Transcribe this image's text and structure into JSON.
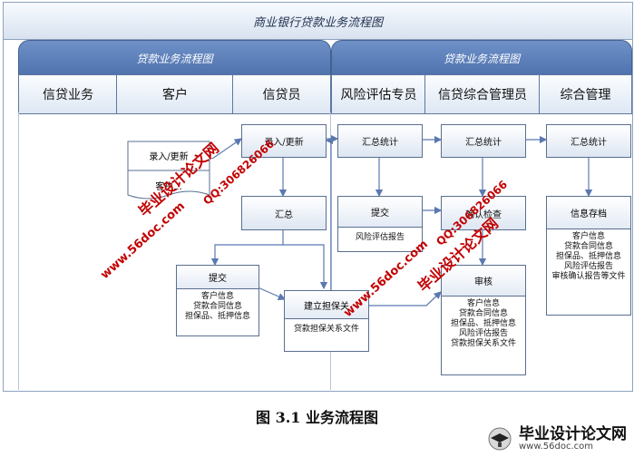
{
  "diagram": {
    "title": "商业银行贷款业务流程图",
    "groups": [
      {
        "label": "贷款业务流程图"
      },
      {
        "label": "贷款业务流程图"
      }
    ],
    "lanes": [
      {
        "label": "信贷业务"
      },
      {
        "label": "客户"
      },
      {
        "label": "信贷员"
      },
      {
        "label": "风险评估专员"
      },
      {
        "label": "信贷综合管理员"
      },
      {
        "label": "综合管理"
      }
    ],
    "nodes": {
      "customer_doc": {
        "head": "录入/更新",
        "body": "客户..."
      },
      "input_update": {
        "label": "录入/更新"
      },
      "summary_left": {
        "label": "汇总"
      },
      "submit_left": {
        "head": "提交",
        "body": [
          "客户信息",
          "贷款合同信息",
          "担保品、抵押信息"
        ]
      },
      "guarantee": {
        "head": "建立担保关",
        "body": [
          "贷款担保关系文件"
        ]
      },
      "risk_stats": {
        "label": "汇总统计"
      },
      "risk_submit": {
        "head": "提交",
        "body": [
          "风险评估报告"
        ]
      },
      "mgr_stats": {
        "label": "汇总统计"
      },
      "mgr_check": {
        "label": "确认检查"
      },
      "mgr_review": {
        "head": "审核",
        "body": [
          "客户信息",
          "贷款合同信息",
          "担保品、抵押信息",
          "风险评估报告",
          "贷款担保关系文件"
        ]
      },
      "admin_stats": {
        "label": "汇总统计"
      },
      "admin_archive": {
        "head": "信息存档",
        "body": [
          "客户信息",
          "贷款合同信息",
          "担保品、抵押信息",
          "风险评估报告",
          "审核确认报告等文件"
        ]
      }
    }
  },
  "watermarks": [
    {
      "text": "毕业设计论文网"
    },
    {
      "text": "QQ:306826066"
    },
    {
      "text": "www.56doc.com"
    },
    {
      "text": "毕业设计论文网"
    },
    {
      "text": "QQ:306826066"
    },
    {
      "text": "www.56doc.com"
    }
  ],
  "caption": "图 3.1 业务流程图",
  "logo": {
    "name": "毕业设计论文网",
    "url": "www.56doc.com"
  },
  "colors": {
    "lane_header": "#5a7cb8",
    "watermark": "#c20000"
  }
}
